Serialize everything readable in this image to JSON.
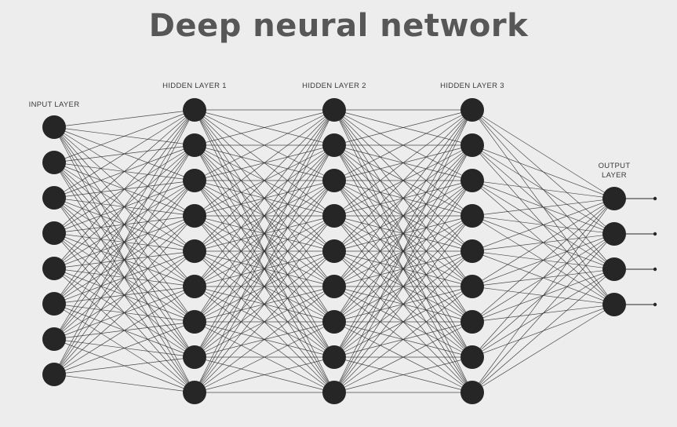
{
  "title": "Deep neural network",
  "layers": [
    {
      "label_lines": [
        "INPUT LAYER"
      ],
      "node_count": 8
    },
    {
      "label_lines": [
        "HIDDEN LAYER 1"
      ],
      "node_count": 9
    },
    {
      "label_lines": [
        "HIDDEN LAYER 2"
      ],
      "node_count": 9
    },
    {
      "label_lines": [
        "HIDDEN LAYER 3"
      ],
      "node_count": 9
    },
    {
      "label_lines": [
        "OUTPUT",
        "LAYER"
      ],
      "node_count": 4
    }
  ],
  "colors": {
    "background": "#ededed",
    "node": "#262626",
    "edge": "#2b2b2b",
    "title": "#575757"
  }
}
